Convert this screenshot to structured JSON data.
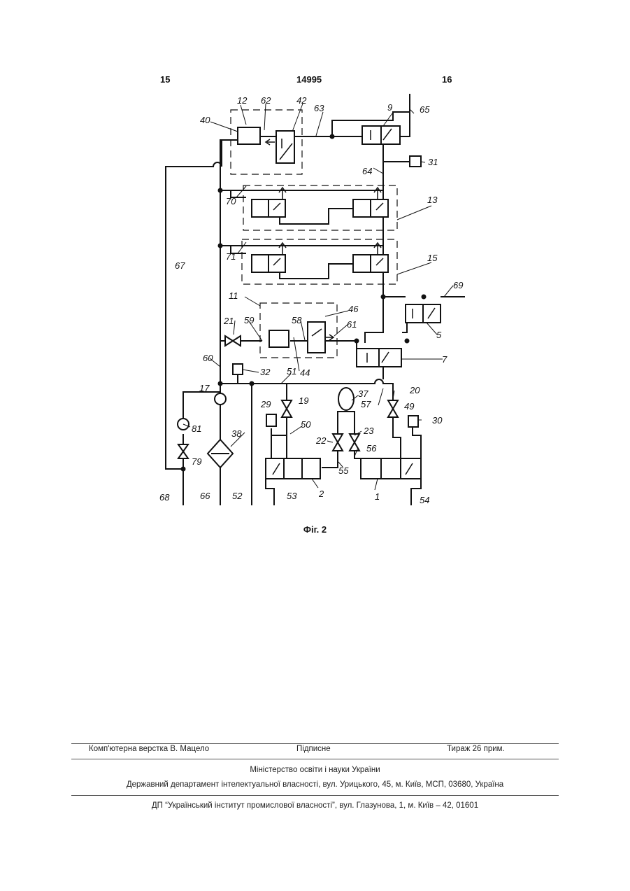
{
  "header": {
    "page_left": "15",
    "patent_number": "14995",
    "page_right": "16"
  },
  "figure": {
    "caption": "Фіг. 2",
    "labels": {
      "l12": "12",
      "l62": "62",
      "l42": "42",
      "l63": "63",
      "l9": "9",
      "l65": "65",
      "l40": "40",
      "l31": "31",
      "l64": "64",
      "l70": "70",
      "l13": "13",
      "l71": "71",
      "l15": "15",
      "l67": "67",
      "l11": "11",
      "l46": "46",
      "l69": "69",
      "l21": "21",
      "l59": "59",
      "l58": "58",
      "l61": "61",
      "l5": "5",
      "l60": "60",
      "l32": "32",
      "l44": "44",
      "l51": "51",
      "l7": "7",
      "l17": "17",
      "l37": "37",
      "l20": "20",
      "l29": "29",
      "l19": "19",
      "l57": "57",
      "l49": "49",
      "l81": "81",
      "l38": "38",
      "l50": "50",
      "l30": "30",
      "l22": "22",
      "l23": "23",
      "l56": "56",
      "l79": "79",
      "l55": "55",
      "l2": "2",
      "l1": "1",
      "l68": "68",
      "l66": "66",
      "l52": "52",
      "l53": "53",
      "l54": "54"
    }
  },
  "footer": {
    "layout": "Комп'ютерна верстка В. Мацело",
    "signed": "Підписне",
    "circulation": "Тираж 26 прим.",
    "ministry": "Міністерство освіти і науки України",
    "department": "Державний департамент інтелектуальної власності, вул. Урицького, 45, м. Київ, МСП, 03680, Україна",
    "institute": "ДП “Український інститут промислової власності”, вул. Глазунова, 1, м. Київ – 42, 01601"
  }
}
